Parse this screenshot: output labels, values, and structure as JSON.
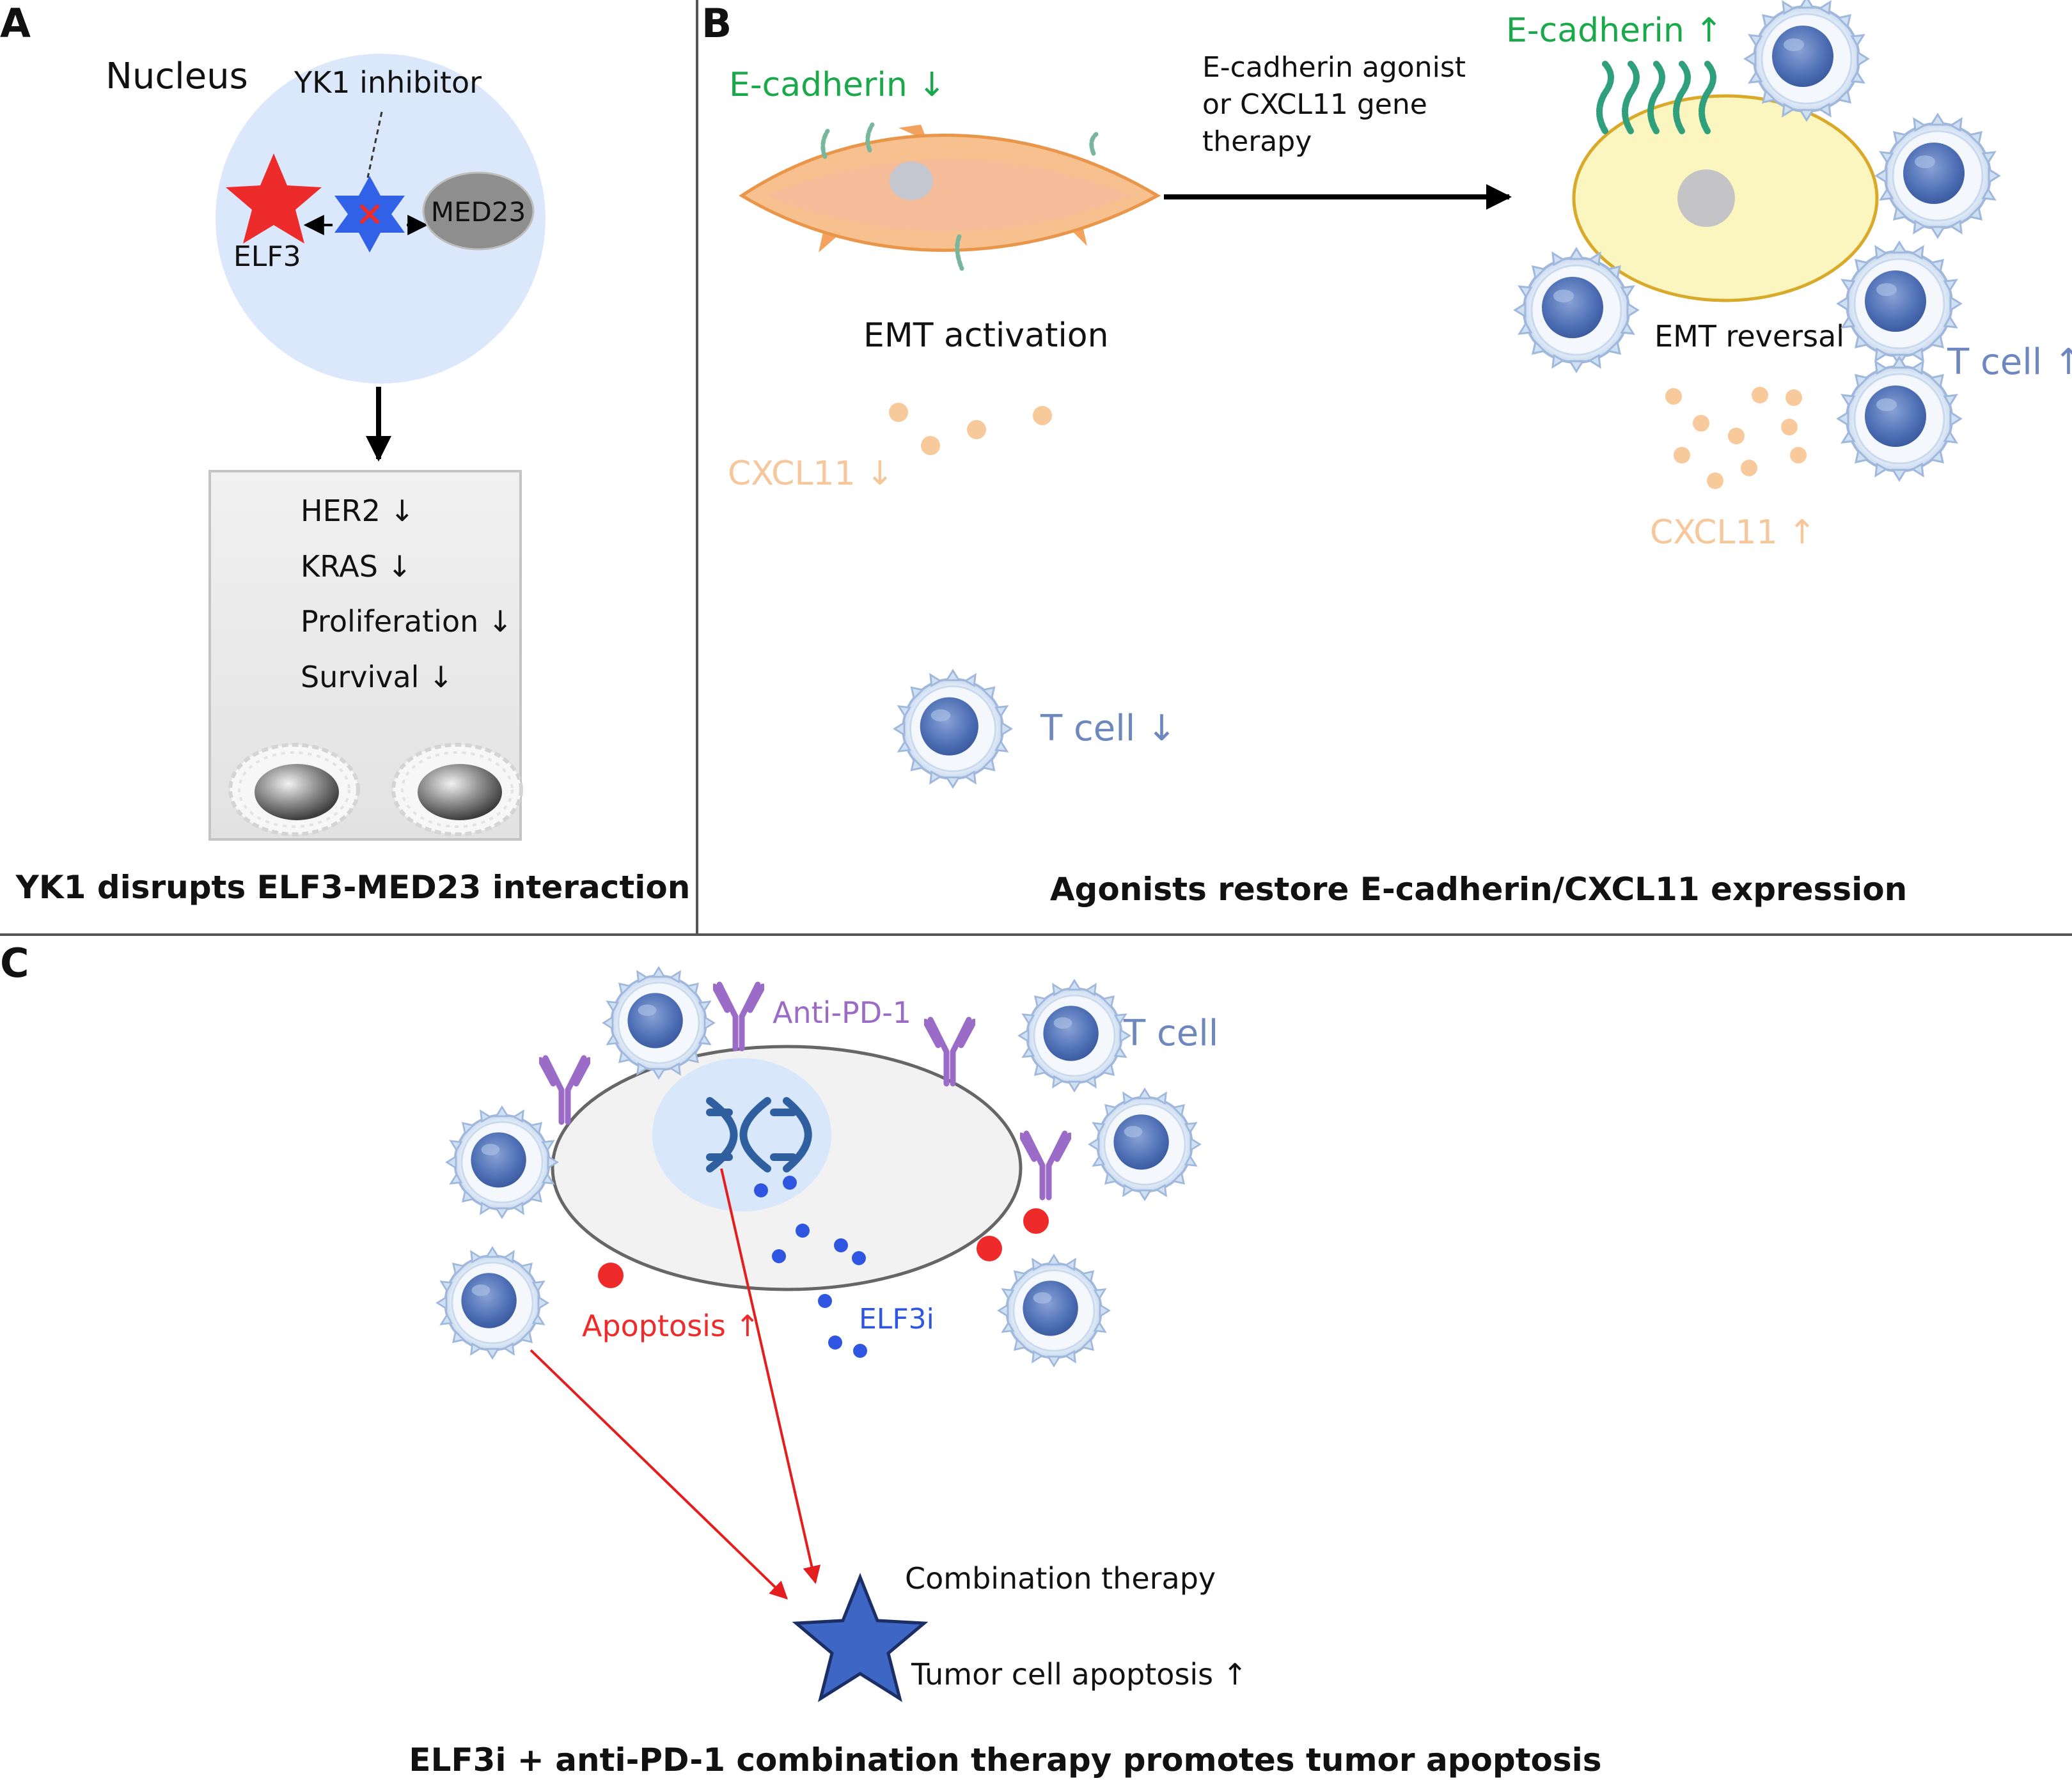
{
  "panels": {
    "a": {
      "letter": "A",
      "nucleus_label": "Nucleus",
      "inhibitor_label": "YK1 inhibitor",
      "elf3_label": "ELF3",
      "med23_label": "MED23",
      "effects": [
        "HER2 ↓",
        "KRAS ↓",
        "Proliferation ↓",
        "Survival ↓"
      ],
      "caption": "YK1 disrupts ELF3-MED23 interaction"
    },
    "b": {
      "letter": "B",
      "ecad_down": "E-cadherin ↓",
      "ecad_up": "E-cadherin ↑",
      "treatment_line1": "E-cadherin agonist",
      "treatment_line2": "or CXCL11 gene",
      "treatment_line3": "therapy",
      "emt_activation": "EMT activation",
      "emt_reversal": "EMT reversal",
      "cxcl11_down": "CXCL11 ↓",
      "cxcl11_up": "CXCL11 ↑",
      "tcell_down": "T cell ↓",
      "tcell_up": "T cell ↑",
      "caption": "Agonists restore E-cadherin/CXCL11 expression"
    },
    "c": {
      "letter": "C",
      "anti_pd1": "Anti-PD-1",
      "tcell": "T cell",
      "apoptosis": "Apoptosis ↑",
      "elf3i": "ELF3i",
      "combination": "Combination therapy",
      "tumor_apoptosis": "Tumor cell apoptosis ↑",
      "caption": "ELF3i + anti-PD-1 combination therapy promotes tumor apoptosis"
    }
  },
  "colors": {
    "green": "#1aa84a",
    "orange": "#f6c79a",
    "tcell_blue": "#6e88bf",
    "purple": "#9b59b6",
    "red": "#ee2a2a",
    "blue": "#2f56e0",
    "nucleus": "#dbe8fb"
  }
}
